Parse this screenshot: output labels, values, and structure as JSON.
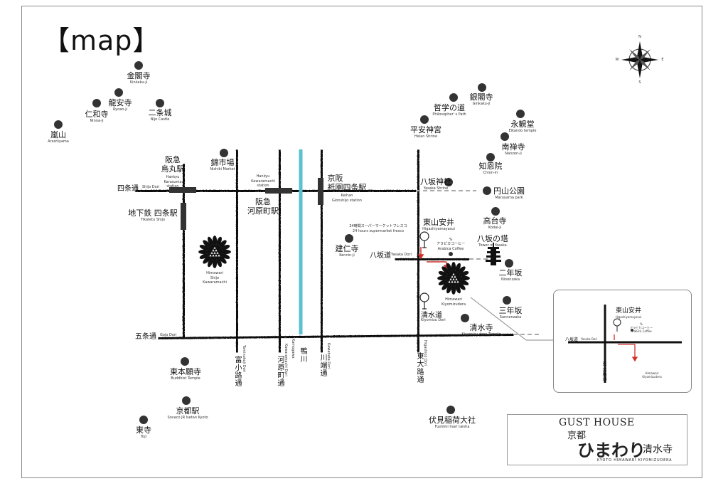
{
  "title": "【map】",
  "compass": {
    "n": "N",
    "s": "S",
    "e": "E",
    "w": "W"
  },
  "landmarks": {
    "kinkakuji": {
      "jp": "金閣寺",
      "en": "Kinkaku-ji"
    },
    "ryoanji": {
      "jp": "龍安寺",
      "en": "Ryoan-ji"
    },
    "ninnaji": {
      "jp": "仁和寺",
      "en": "Ninna-ji"
    },
    "nijo": {
      "jp": "二条城",
      "en": "Nijo Castle"
    },
    "arashiyama": {
      "jp": "嵐山",
      "en": "Arashiyama"
    },
    "ginkakuji": {
      "jp": "銀閣寺",
      "en": "Ginkaku-ji"
    },
    "philosopher": {
      "jp": "哲学の道",
      "en": "Philosopher' s Path"
    },
    "eikando": {
      "jp": "永観堂",
      "en": "Eikando temple"
    },
    "heian": {
      "jp": "平安神宮",
      "en": "Heian Shrine"
    },
    "nanzenji": {
      "jp": "南禅寺",
      "en": "Nanzen-ji"
    },
    "chionin": {
      "jp": "知恩院",
      "en": "Chion-in"
    },
    "nishiki": {
      "jp": "錦市場",
      "en": "Nishiki Market"
    },
    "yasaka_shrine": {
      "jp": "八坂神社",
      "en": "Yasaka Shrine"
    },
    "maruyama": {
      "jp": "円山公園",
      "en": "Maruyama park"
    },
    "kodaiji": {
      "jp": "高台寺",
      "en": "Kodai-ji"
    },
    "yasaka_tower": {
      "jp": "八坂の塔",
      "en": "Tower of Yasaka"
    },
    "kenninji": {
      "jp": "建仁寺",
      "en": "Kennin-ji"
    },
    "ninenzaka": {
      "jp": "二年坂",
      "en": "Ninenzaka"
    },
    "sannenzaka": {
      "jp": "三年坂",
      "en": "Sannenzaka"
    },
    "kiyomizudera": {
      "jp": "清水寺",
      "en": "Kiyomizu-dera Temple"
    },
    "higashihonganji": {
      "jp": "東本願寺",
      "en": "Buddhist Temple"
    },
    "kyoto_station": {
      "jp": "京都駅",
      "en": "Sovaco JR Isetan Kyoto"
    },
    "toji": {
      "jp": "東寺",
      "en": "Toji"
    },
    "fushimi": {
      "jp": "伏見稲荷大社",
      "en": "Fushimi Inari taisha"
    }
  },
  "stations": {
    "karasuma": {
      "jp": "阪急\n烏丸駅",
      "en": "Hankyu\nKarasuma\nstation"
    },
    "kawaramachi": {
      "jp": "阪急\n河原町駅",
      "en": "Hankyu\nKawaramachi\nstation"
    },
    "gionshijo": {
      "jp": "京阪\n祇園四条駅",
      "en": "Keihan\nGionshijo station"
    },
    "subway_shijo": {
      "jp": "地下鉄 四条駅",
      "en": "Tikatetu Shijo"
    }
  },
  "roads": {
    "shijo": {
      "jp": "四条通",
      "en": "Shijo Dori"
    },
    "gojo": {
      "jp": "五条通",
      "en": "Gojo Dori"
    },
    "yasaka": {
      "jp": "八坂道",
      "en": "Yasaka Dori"
    },
    "kiyomizu": {
      "jp": "清水道",
      "en": "Kiyomizu Dori"
    },
    "tominokoji": {
      "jp": "富小路通",
      "en": "Tominokoji Dori"
    },
    "kawaramachi": {
      "jp": "河原町通",
      "en": "Kawaramachi Dori"
    },
    "kamogawa": {
      "jp": "鴨川",
      "en": "Kamogawa"
    },
    "kawabata": {
      "jp": "川端通",
      "en": "Kawabata Dori"
    },
    "higashioji": {
      "jp": "東大路通",
      "en": "Higashioji Dori"
    }
  },
  "points": {
    "higashiyamayasui": {
      "jp": "東山安井",
      "en": "Higashiyamayasui"
    },
    "supermarket": {
      "jp": "24時間スーパーマーケットフレスコ",
      "en": "24 hours supermarket fresco"
    },
    "arabica": {
      "jp": "%\nアラビカコーヒー",
      "en": "Arabica Coffee"
    }
  },
  "hotels": {
    "shijo": {
      "lines": "Himawari\nShijo\nKawaramachi"
    },
    "kiyomizu": {
      "lines": "Himawari\nKiyomizudera"
    }
  },
  "inset": {
    "higashiyamayasui_jp": "東山安井",
    "higashiyamayasui_en": "Higashiyamayasui",
    "arabica": "%\nアラビカコーヒー\nArabica Coffee",
    "yasaka": "八坂道",
    "yasaka_en": "Yasaka Dori",
    "higashioji": "東大路通",
    "hotel": "Himawari\nKiyomizudera"
  },
  "brand": {
    "gust": "GUST HOUSE",
    "kyoto": "京都",
    "himawari": "ひまわり",
    "kiyomizudera": "清水寺",
    "footer": "KYOTO HIMAWARI KIYOMIZUDERA"
  },
  "colors": {
    "river": "#5bc0d0",
    "route": "#d0302a",
    "ink": "#111111"
  }
}
